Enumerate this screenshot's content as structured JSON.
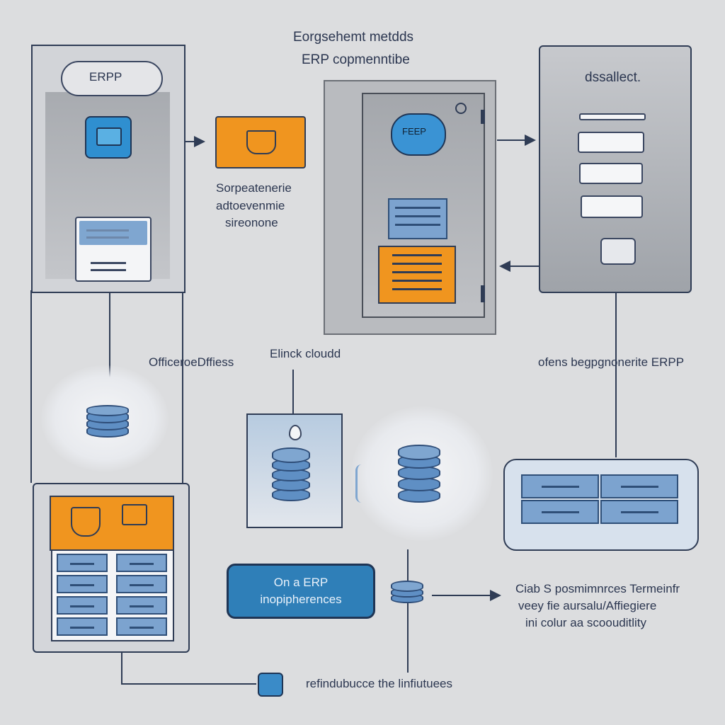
{
  "title": {
    "line1": "Eorgsehemt metdds",
    "line2": "ERP copmenntibe"
  },
  "left_panel": {
    "cloud_label": "ERPP"
  },
  "middle_box": {
    "label_lines": [
      "Sorpeatenerie",
      "adtoevenmie",
      "sireonone"
    ]
  },
  "server_cabinet": {
    "cloud_badge": "FEEP"
  },
  "right_panel": {
    "title": "dssallect."
  },
  "labels": {
    "offline": "OfficeroeDffiess",
    "cloud": "Elinck cloudd",
    "right_caption": "ofens begpgnonerite ERPP",
    "bottom_caption": "refindubucce the linfiutuees"
  },
  "on_prem_button": {
    "line1": "On a ERP",
    "line2": "inopipherences"
  },
  "right_note": {
    "lines": [
      "Ciab S posmimnrces Termeinfr",
      "veey fie aursalu/Affiegiere",
      "ini colur aa scoouditlity"
    ]
  },
  "colors": {
    "background": "#dcdddf",
    "orange": "#f0951f",
    "blue": "#2f7fb8",
    "dark_outline": "#2f3c55"
  }
}
